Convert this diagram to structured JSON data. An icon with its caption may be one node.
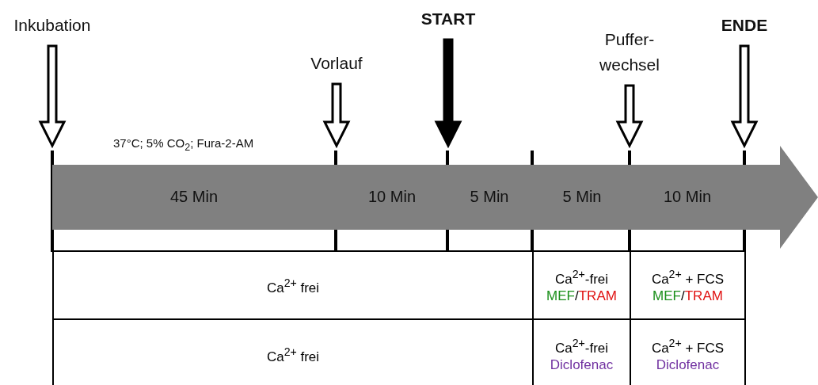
{
  "diagram": {
    "nodes": [
      {
        "text": [
          "Inkubation"
        ]
      },
      {
        "text": [
          "Vorlauf"
        ]
      },
      {
        "text": [
          "START"
        ]
      },
      {
        "text": [
          "Puffer- wechsel"
        ]
      },
      {
        "text": [
          "ENDE"
        ]
      },
      {
        "text": [
          "45 Min",
          "10 Min",
          "5 Min",
          "5 Min",
          "10 Min"
        ]
      },
      {
        "text": [
          "Ca$^{2+}$ frei"
        ]
      },
      {
        "text": [
          "Ca$^{2+}$-frei",
          "MEF/TRAM"
        ]
      },
      {
        "text": [
          "Ca$^{2+}$ + FCS",
          "MEF/TRAM"
        ]
      },
      {
        "text": [
          "Ca$^{2+}$ frei"
        ]
      },
      {
        "text": [
          "Ca$^{2+}$-frei",
          "Diclofenac"
        ]
      },
      {
        "text": [
          "Ca$^{2+}$ + FCS",
          "Diclofenac"
        ]
      }
    ],
    "edges": [
      {
        "from": 0,
        "to": 5,
        "arrow": "to"
      },
      {
        "from": 1,
        "to": 5,
        "arrow": "to"
      },
      {
        "from": 2,
        "to": 5,
        "arrow": "to",
        "style": "thick"
      },
      {
        "from": 3,
        "to": 5,
        "arrow": "to"
      },
      {
        "from": 4,
        "to": 5,
        "arrow": "to"
      }
    ],
    "labels": [
      "37°C; 5% CO$_{2}$; Fura-2-AM"
    ]
  }
}
